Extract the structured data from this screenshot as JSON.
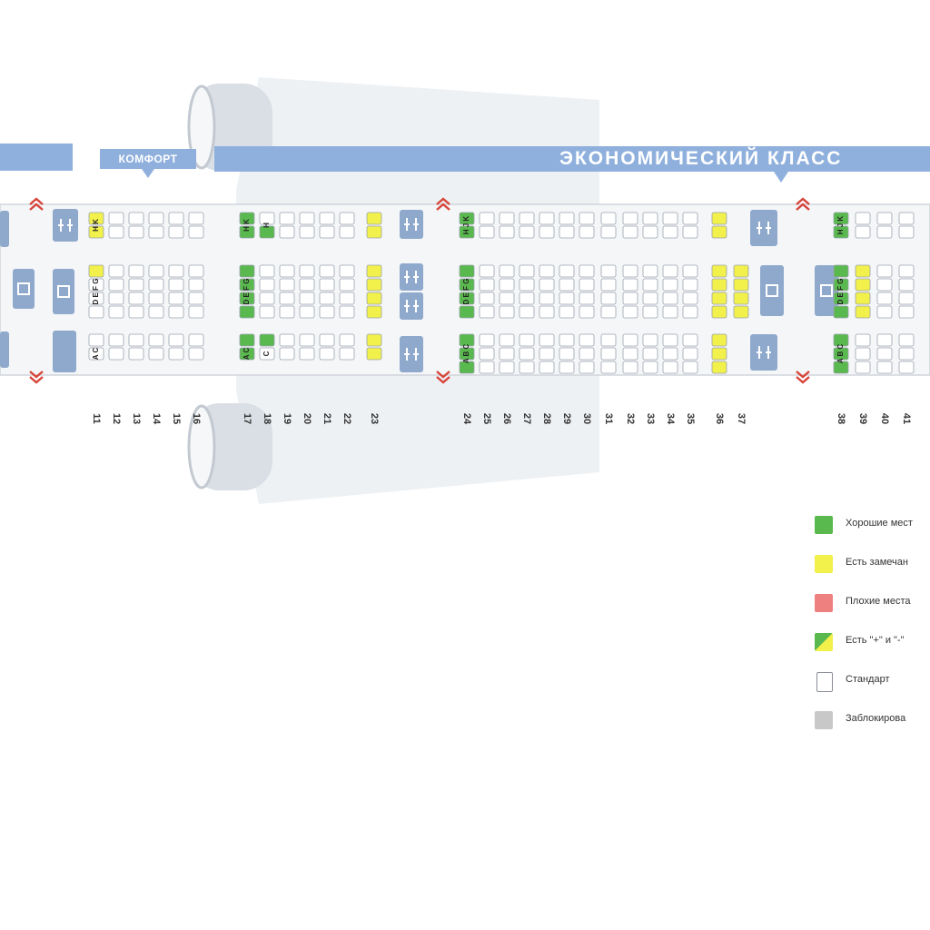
{
  "colors": {
    "good": "#5ab94e",
    "remark": "#f2f04a",
    "bad": "#ef8080",
    "standard": "#ffffff",
    "blocked": "#c8c8c8",
    "banner": "#8fb0dd",
    "facility": "#8fa9cc",
    "arrow": "#d8453a",
    "fuselage": "#f4f6f8"
  },
  "banners": {
    "comfort": "КОМФОРТ",
    "economy": "ЭКОНОМИЧЕСКИЙ  КЛАСС"
  },
  "rows": [
    {
      "n": "11",
      "letters": {
        "upper": "H K",
        "middle": "D E F G",
        "lower": "A C"
      }
    },
    {
      "n": "12"
    },
    {
      "n": "13"
    },
    {
      "n": "14"
    },
    {
      "n": "15"
    },
    {
      "n": "16"
    },
    {
      "n": "17",
      "letters": {
        "upper": "H K",
        "middle": "D E F G",
        "lower": "A C"
      }
    },
    {
      "n": "18",
      "letters": {
        "upper": "H",
        "lower": "C"
      }
    },
    {
      "n": "19"
    },
    {
      "n": "20"
    },
    {
      "n": "21"
    },
    {
      "n": "22"
    },
    {
      "n": "23"
    },
    {
      "n": "24",
      "letters": {
        "upper": "H J K",
        "middle": "D E F G",
        "lower": "A B C"
      }
    },
    {
      "n": "25"
    },
    {
      "n": "26"
    },
    {
      "n": "27"
    },
    {
      "n": "28"
    },
    {
      "n": "29"
    },
    {
      "n": "30"
    },
    {
      "n": "31"
    },
    {
      "n": "32"
    },
    {
      "n": "33"
    },
    {
      "n": "34"
    },
    {
      "n": "35"
    },
    {
      "n": "36"
    },
    {
      "n": "37"
    },
    {
      "n": "38",
      "letters": {
        "upper": "H J K",
        "middle": "D E F G",
        "lower": "A B C"
      }
    },
    {
      "n": "39"
    },
    {
      "n": "40"
    },
    {
      "n": "41"
    }
  ],
  "legend": [
    {
      "key": "good",
      "label": "Хорошие мест"
    },
    {
      "key": "remark",
      "label": "Есть замечан"
    },
    {
      "key": "bad",
      "label": "Плохие места"
    },
    {
      "key": "mixed",
      "label": "Есть \"+\" и \"-\""
    },
    {
      "key": "standard",
      "label": "Стандарт"
    },
    {
      "key": "blocked",
      "label": "Заблокирова"
    }
  ]
}
